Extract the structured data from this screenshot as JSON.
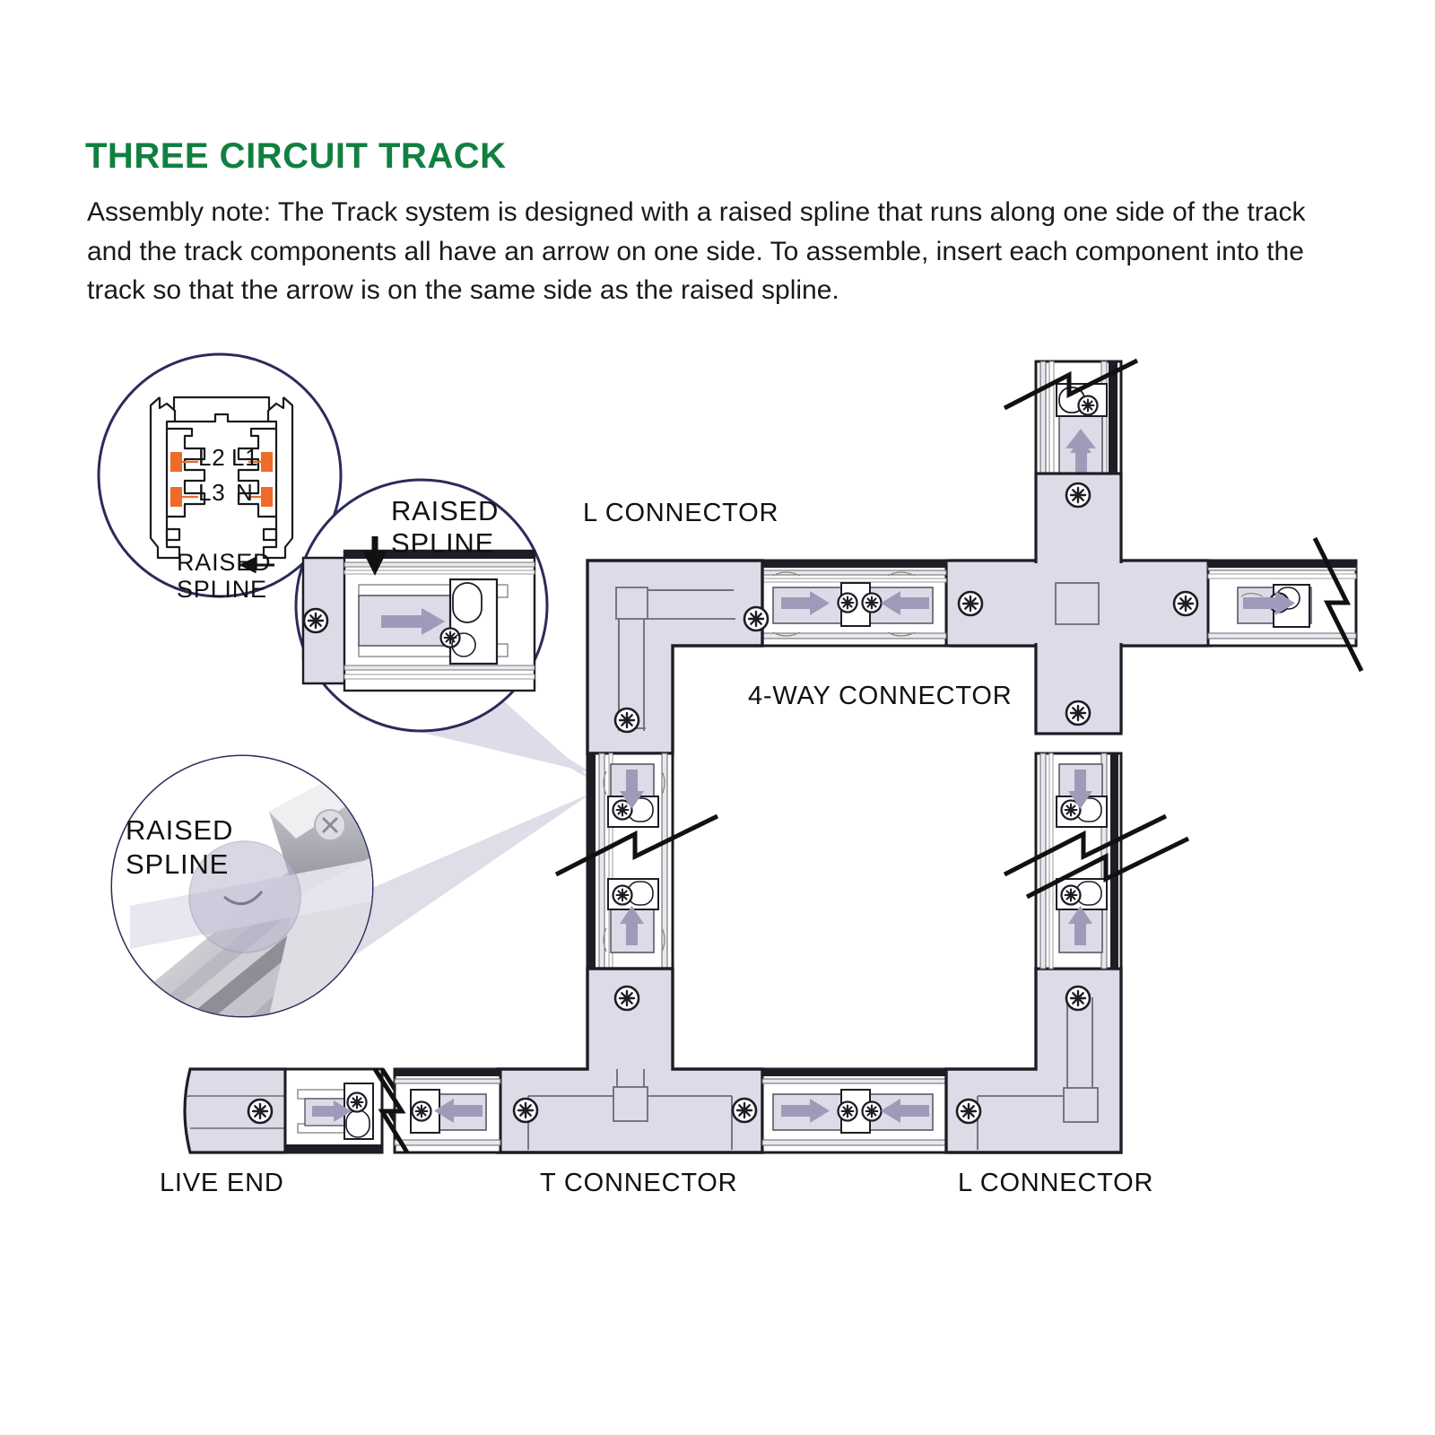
{
  "header": {
    "title": "THREE CIRCUIT TRACK",
    "title_color": "#108040",
    "note": "Assembly note: The Track system is designed with a raised spline that runs along one side of the track and the track components all have an arrow on one side. To assemble, insert each component into the track so that the arrow is on the same side as the raised spline."
  },
  "callouts": {
    "cross_section": {
      "name": "track-cross-section",
      "conductor_labels": [
        "L2",
        "L1",
        "L3",
        "N"
      ],
      "spline_label_line1": "RAISED",
      "spline_label_line2": "SPLINE",
      "conductor_color": "#ef6b28",
      "outline_color": "#1a1a1a"
    },
    "track_detail": {
      "name": "track-end-detail",
      "spline_label_line1": "RAISED",
      "spline_label_line2": "SPLINE"
    },
    "photo_detail": {
      "name": "raised-spline-photo",
      "spline_label_line1": "RAISED",
      "spline_label_line2": "SPLINE"
    },
    "circle_stroke": "#2b2b5c"
  },
  "diagram": {
    "labels": {
      "l_connector_top": "L CONNECTOR",
      "four_way": "4-WAY CONNECTOR",
      "live_end": "LIVE END",
      "t_connector": "T CONNECTOR",
      "l_connector_bottom": "L CONNECTOR"
    },
    "colors": {
      "body_fill": "#dedae7",
      "body_fill_light": "#e7e4ee",
      "track_fill": "#ffffff",
      "arrow_fill": "#9e9bba",
      "outline": "#2a2a33",
      "outline_heavy": "#111118"
    },
    "components": [
      {
        "type": "l-connector",
        "label": "L CONNECTOR",
        "screws": 2,
        "position": "top-left"
      },
      {
        "type": "four-way-connector",
        "label": "4-WAY CONNECTOR",
        "screws": 4,
        "position": "top-right"
      },
      {
        "type": "t-connector",
        "label": "T CONNECTOR",
        "screws": 3,
        "position": "bottom-left"
      },
      {
        "type": "l-connector",
        "label": "L CONNECTOR",
        "screws": 2,
        "position": "bottom-right"
      },
      {
        "type": "live-end",
        "label": "LIVE END",
        "screws": 1,
        "position": "bottom-far-left"
      }
    ]
  }
}
